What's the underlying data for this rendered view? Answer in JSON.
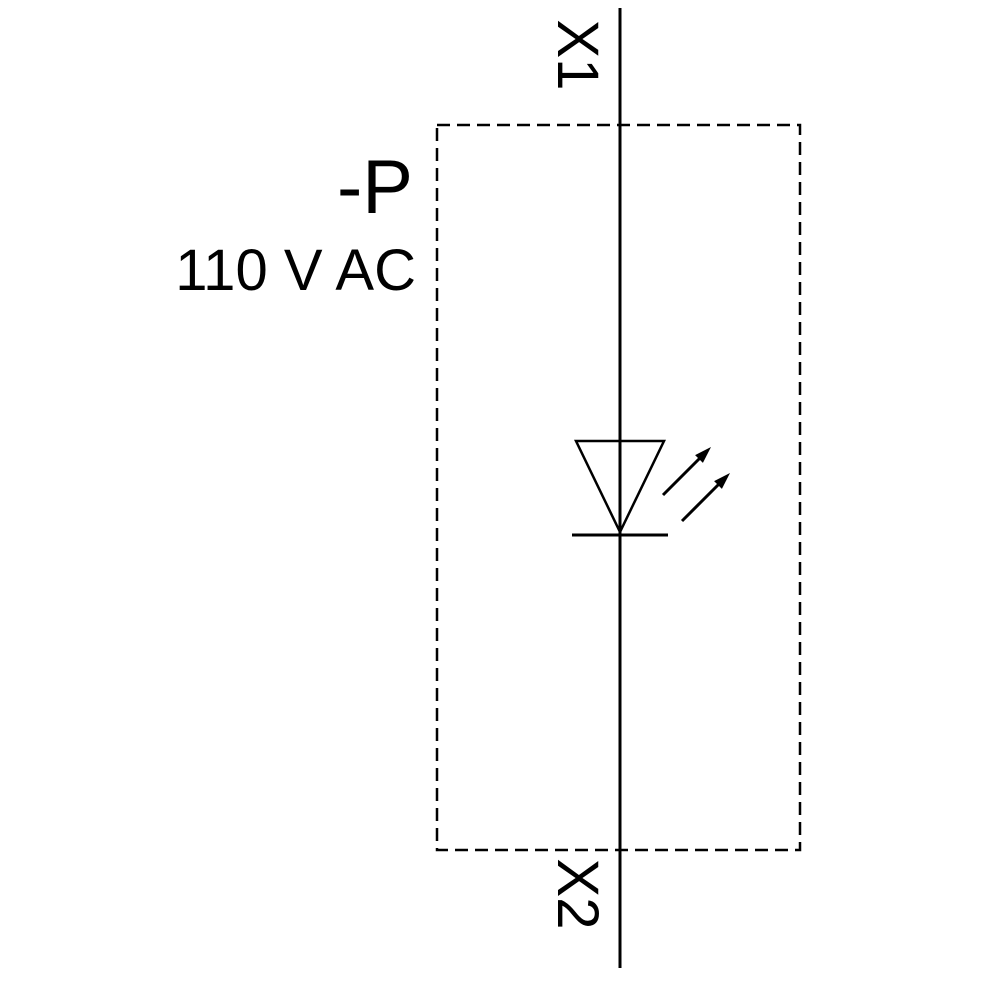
{
  "diagram": {
    "labels": {
      "terminal_top": "X1",
      "terminal_bottom": "X2",
      "device_reference": "-P",
      "voltage_rating": "110 V AC"
    },
    "colors": {
      "line": "#000000",
      "background": "#ffffff"
    },
    "symbols": {
      "led_symbol": "led-lamp-symbol",
      "arrows": "light-emission-arrows",
      "boundary": "dashed-device-boundary"
    }
  }
}
